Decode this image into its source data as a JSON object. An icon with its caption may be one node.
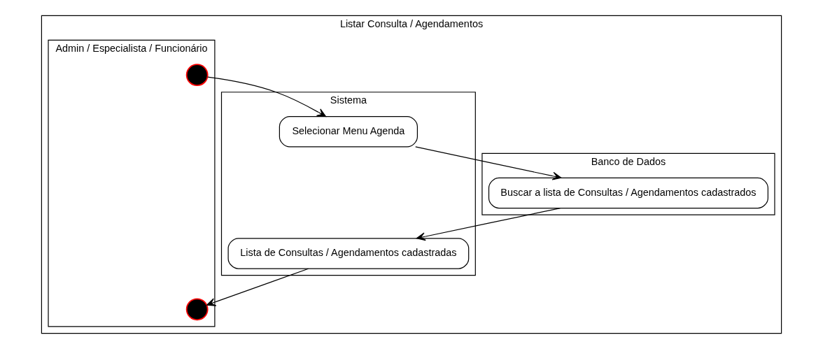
{
  "diagram": {
    "nodes": [
      {
        "text": [
          "Listar Consulta / Agendamentos"
        ]
      },
      {
        "text": [
          "Admin / Especialista / Funcionário"
        ],
        "in": 0
      },
      {
        "text": [
          "Sistema"
        ],
        "in": 0
      },
      {
        "text": [
          "Banco de Dados"
        ],
        "in": 0
      },
      {
        "text": [],
        "shape": "circle",
        "in": 1
      },
      {
        "text": [
          "Selecionar Menu Agenda"
        ],
        "in": 2
      },
      {
        "text": [
          "Buscar a lista de Consultas / Agendamentos cadastrados"
        ],
        "in": 3
      },
      {
        "text": [
          "Lista de Consultas / Agendamentos cadastradas"
        ],
        "in": 2
      },
      {
        "text": [],
        "shape": "circle",
        "in": 1
      }
    ],
    "edges": [
      {
        "from": 4,
        "to": 5,
        "arrow": "to"
      },
      {
        "from": 5,
        "to": 6,
        "arrow": "to"
      },
      {
        "from": 6,
        "to": 7,
        "arrow": "to"
      },
      {
        "from": 7,
        "to": 8,
        "arrow": "to"
      }
    ]
  }
}
